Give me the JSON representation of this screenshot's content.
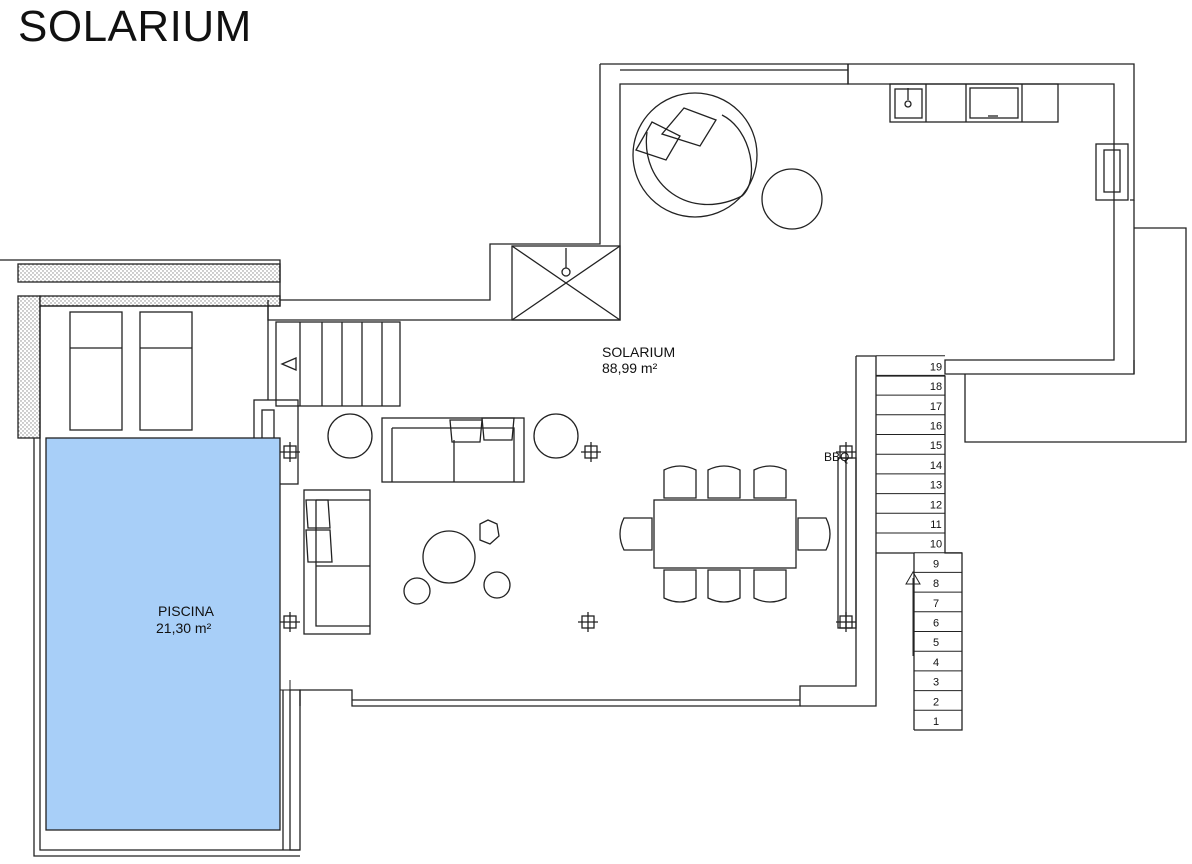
{
  "page_title": "SOLARIUM",
  "rooms": {
    "solarium": {
      "name": "SOLARIUM",
      "area": "88,99 m²"
    },
    "pool": {
      "name": "PISCINA",
      "area": "21,30 m²"
    }
  },
  "labels": {
    "bbq": "BBQ"
  },
  "stair_steps": [
    "1",
    "2",
    "3",
    "4",
    "5",
    "6",
    "7",
    "8",
    "9",
    "10",
    "11",
    "12",
    "13",
    "14",
    "15",
    "16",
    "17",
    "18",
    "19"
  ],
  "colors": {
    "pool_fill": "#a8cff8",
    "line": "#222222"
  }
}
